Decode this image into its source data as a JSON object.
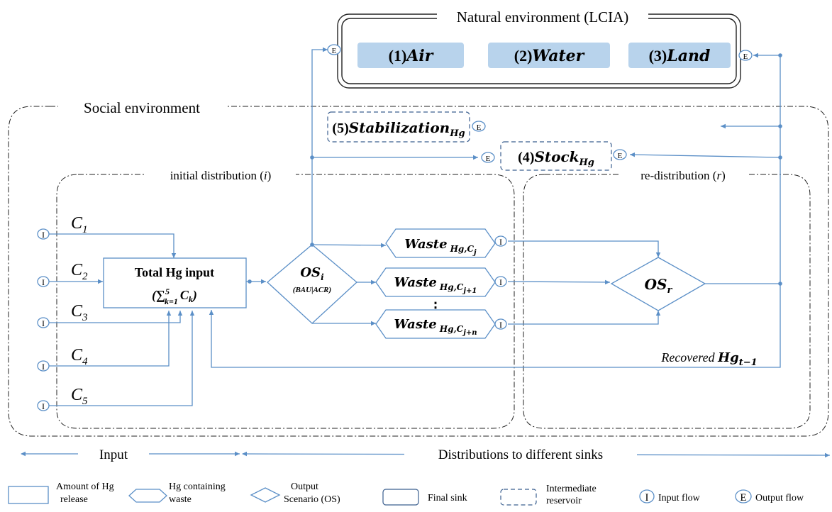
{
  "natural": {
    "title": "Natural environment (LCIA)",
    "sinks": [
      {
        "num": "(1)",
        "name": "Air"
      },
      {
        "num": "(2)",
        "name": "Water"
      },
      {
        "num": "(3)",
        "name": "Land"
      }
    ]
  },
  "social": {
    "title": "Social environment",
    "stabilization": {
      "num": "(5)",
      "name": "Stabilization",
      "sub": "Hg"
    },
    "stock": {
      "num": "(4)",
      "name": "Stock",
      "sub": "Hg"
    },
    "initial": {
      "label": "initial distribution (",
      "var": "i",
      "close": ")"
    },
    "redist": {
      "label": "re-distribution (",
      "var": "r",
      "close": ")"
    }
  },
  "inputs": [
    {
      "c": "C",
      "sub": "1"
    },
    {
      "c": "C",
      "sub": "2"
    },
    {
      "c": "C",
      "sub": "3"
    },
    {
      "c": "C",
      "sub": "4"
    },
    {
      "c": "C",
      "sub": "5"
    }
  ],
  "total": {
    "line1": "Total Hg input",
    "open": "(",
    "sum": "∑",
    "sup": "5",
    "sub": "k=1",
    "term": "C",
    "term_sub": "k",
    "close": ")"
  },
  "os_i": {
    "name": "OS",
    "sub": "i",
    "note": "(BAU|ACR)"
  },
  "os_r": {
    "name": "OS",
    "sub": "r"
  },
  "wastes": [
    {
      "name": "Waste",
      "sub": "Hg,C",
      "subsub": "j"
    },
    {
      "name": "Waste",
      "sub": "Hg,C",
      "subsub": "j+1"
    },
    {
      "name": "Waste",
      "sub": "Hg,C",
      "subsub": "j+n"
    }
  ],
  "waste_ellipsis": "⋮",
  "recovered": {
    "label": "Recovered ",
    "var": "Hg",
    "sub": "t−1"
  },
  "io_letters": {
    "input": "I",
    "output": "E"
  },
  "bottom": {
    "input": "Input",
    "dist": "Distributions to different sinks"
  },
  "legend": {
    "amount": [
      "Amount of Hg",
      "release"
    ],
    "waste": [
      "Hg containing",
      "waste"
    ],
    "os": [
      "Output",
      "Scenario (OS)"
    ],
    "final": "Final sink",
    "reservoir": [
      "Intermediate",
      "reservoir"
    ],
    "input_flow": "Input flow",
    "output_flow": "Output flow"
  }
}
